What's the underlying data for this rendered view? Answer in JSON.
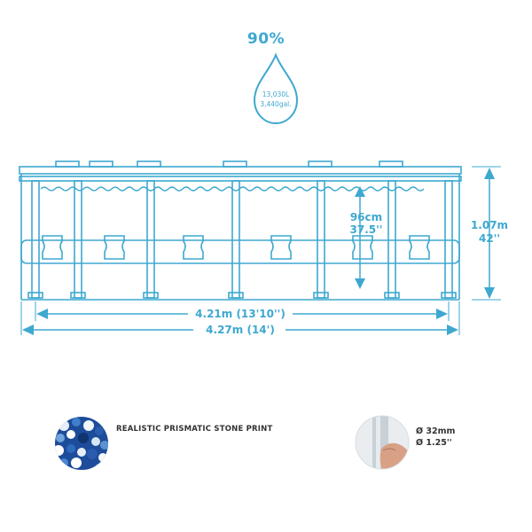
{
  "capacity": {
    "percent": "90%",
    "liters": "13,030L",
    "gallons": "3,440gal."
  },
  "dimensions": {
    "water_depth_metric": "96cm",
    "water_depth_imperial": "37.5''",
    "height_metric": "1.07m",
    "height_imperial": "42''",
    "inner_width": "4.21m (13'10'')",
    "outer_width": "4.27m (14')"
  },
  "features": {
    "print_label": "REALISTIC PRISMATIC STONE PRINT",
    "pipe_metric": "Ø 32mm",
    "pipe_imperial": "Ø 1.25''"
  },
  "colors": {
    "accent": "#3ea8d0",
    "text": "#333333"
  }
}
